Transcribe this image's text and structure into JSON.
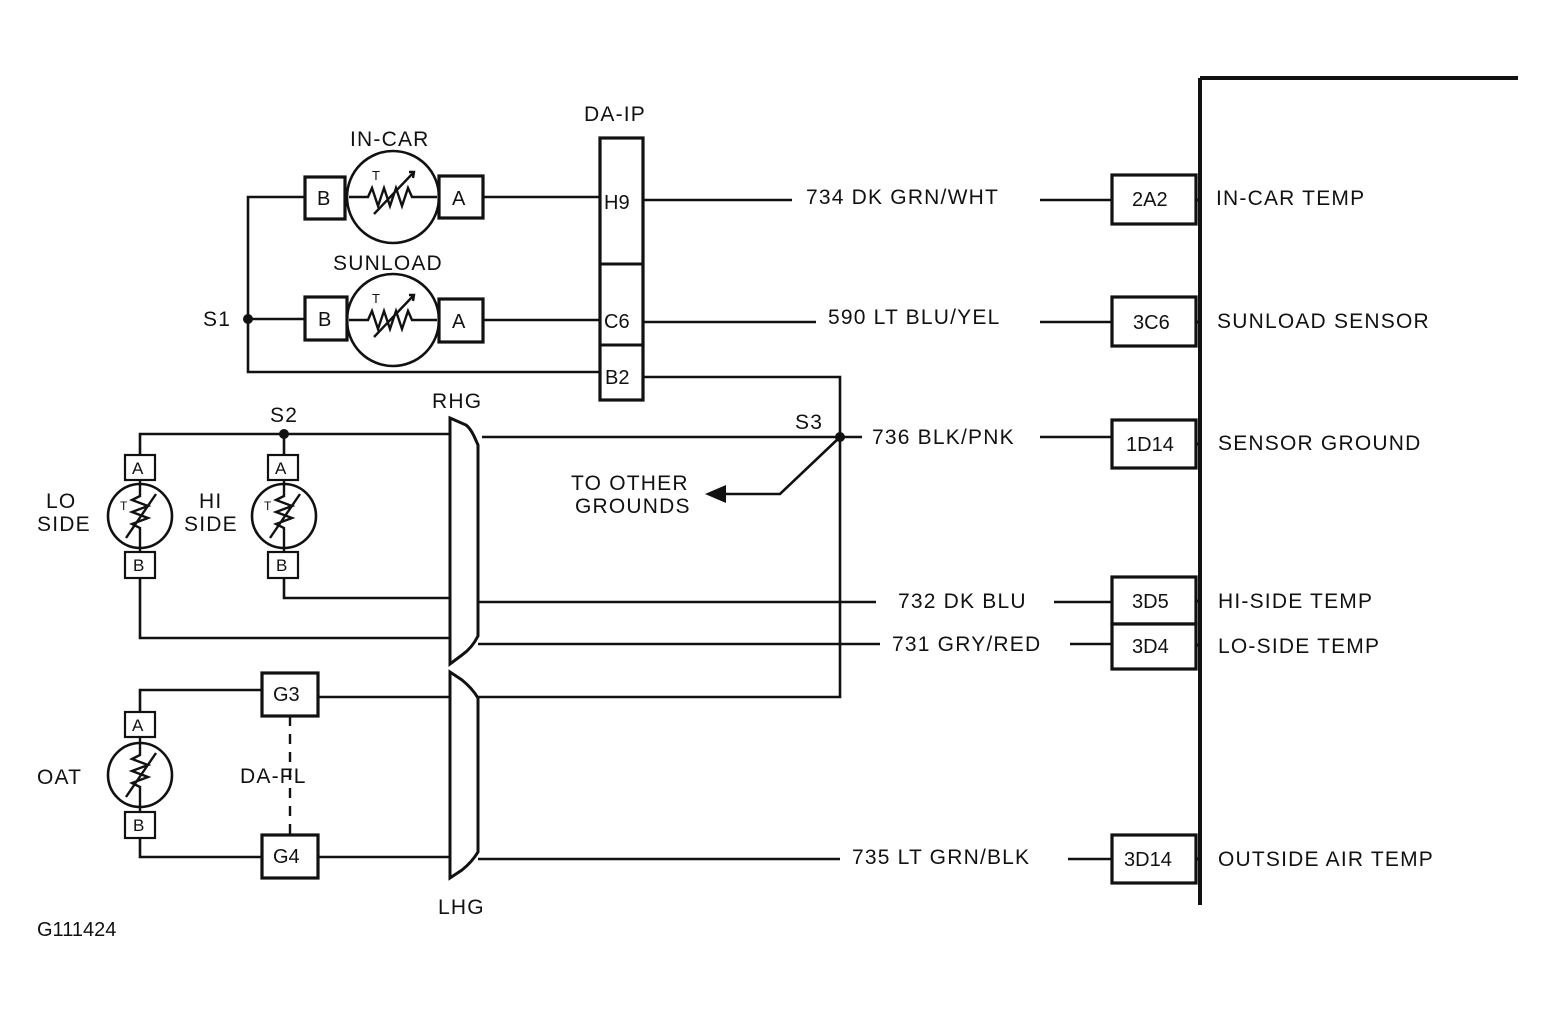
{
  "diagram_id": "G111424",
  "connectors": {
    "da_ip": {
      "label": "DA-IP",
      "pins": [
        "H9",
        "C6",
        "B2"
      ]
    },
    "da_fl": {
      "label": "DA-FL",
      "pins": [
        "G3",
        "G4"
      ]
    },
    "rhg": "RHG",
    "lhg": "LHG"
  },
  "sensors": {
    "in_car": {
      "label": "IN-CAR",
      "pin_b": "B",
      "pin_a": "A",
      "symbol": "T"
    },
    "sunload": {
      "label": "SUNLOAD",
      "pin_b": "B",
      "pin_a": "A",
      "symbol": "T"
    },
    "lo_side": {
      "label_line1": "LO",
      "label_line2": "SIDE",
      "pin_a": "A",
      "pin_b": "B",
      "symbol": "T"
    },
    "hi_side": {
      "label_line1": "HI",
      "label_line2": "SIDE",
      "pin_a": "A",
      "pin_b": "B",
      "symbol": "T"
    },
    "oat": {
      "label": "OAT",
      "pin_a": "A",
      "pin_b": "B"
    }
  },
  "splices": {
    "s1": "S1",
    "s2": "S2",
    "s3": "S3"
  },
  "other_grounds": {
    "line1": "TO OTHER",
    "line2": "GROUNDS"
  },
  "circuits": [
    {
      "wire": "734 DK GRN/WHT",
      "terminal": "2A2",
      "function": "IN-CAR TEMP"
    },
    {
      "wire": "590 LT BLU/YEL",
      "terminal": "3C6",
      "function": "SUNLOAD SENSOR"
    },
    {
      "wire": "736 BLK/PNK",
      "terminal": "1D14",
      "function": "SENSOR GROUND"
    },
    {
      "wire": "732 DK BLU",
      "terminal": "3D5",
      "function": "HI-SIDE TEMP"
    },
    {
      "wire": "731 GRY/RED",
      "terminal": "3D4",
      "function": "LO-SIDE TEMP"
    },
    {
      "wire": "735 LT GRN/BLK",
      "terminal": "3D14",
      "function": "OUTSIDE AIR TEMP"
    }
  ]
}
